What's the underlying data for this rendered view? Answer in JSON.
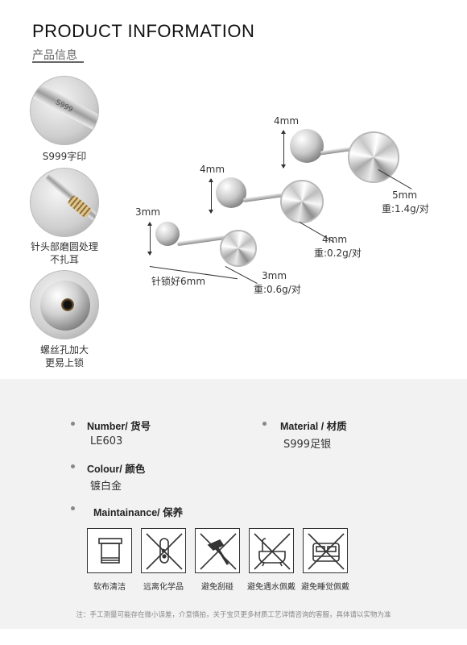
{
  "header": {
    "title_en": "PRODUCT INFORMATION",
    "title_cn": "产品信息"
  },
  "details": [
    {
      "label": "S999字印",
      "engraving": "S999"
    },
    {
      "label": "针头部磨圆处理\n不扎耳"
    },
    {
      "label": "螺丝孔加大\n更易上锁"
    }
  ],
  "sizes": [
    {
      "ball": "3mm",
      "gem": "3mm",
      "weight": "重:0.6g/对",
      "post": "针锁好6mm"
    },
    {
      "ball": "4mm",
      "gem": "4mm",
      "weight": "重:0.2g/对"
    },
    {
      "ball": "4mm",
      "gem": "5mm",
      "weight": "重:1.4g/对"
    }
  ],
  "info": {
    "number_label": "Number/ 货号",
    "number_value": "LE603",
    "material_label": "Material / 材质",
    "material_value": "S999足银",
    "colour_label": "Colour/ 颜色",
    "colour_value": "镀白金",
    "maintenance_label": "Maintainance/ 保养"
  },
  "care": [
    {
      "icon": "soft-cloth-icon",
      "label": "软布清洁"
    },
    {
      "icon": "no-chemicals-icon",
      "label": "远离化学品"
    },
    {
      "icon": "no-scratch-icon",
      "label": "避免刮碰"
    },
    {
      "icon": "no-water-icon",
      "label": "避免遇水佩戴"
    },
    {
      "icon": "no-sleep-icon",
      "label": "避免睡觉佩戴"
    }
  ],
  "note": "注：手工测量可能存在微小误差，介意慎拍，关于宝贝更多材质工艺详情咨询的客服，具体请以实物为准",
  "colors": {
    "panel_bg": "#f2f2f2",
    "text": "#222222"
  }
}
